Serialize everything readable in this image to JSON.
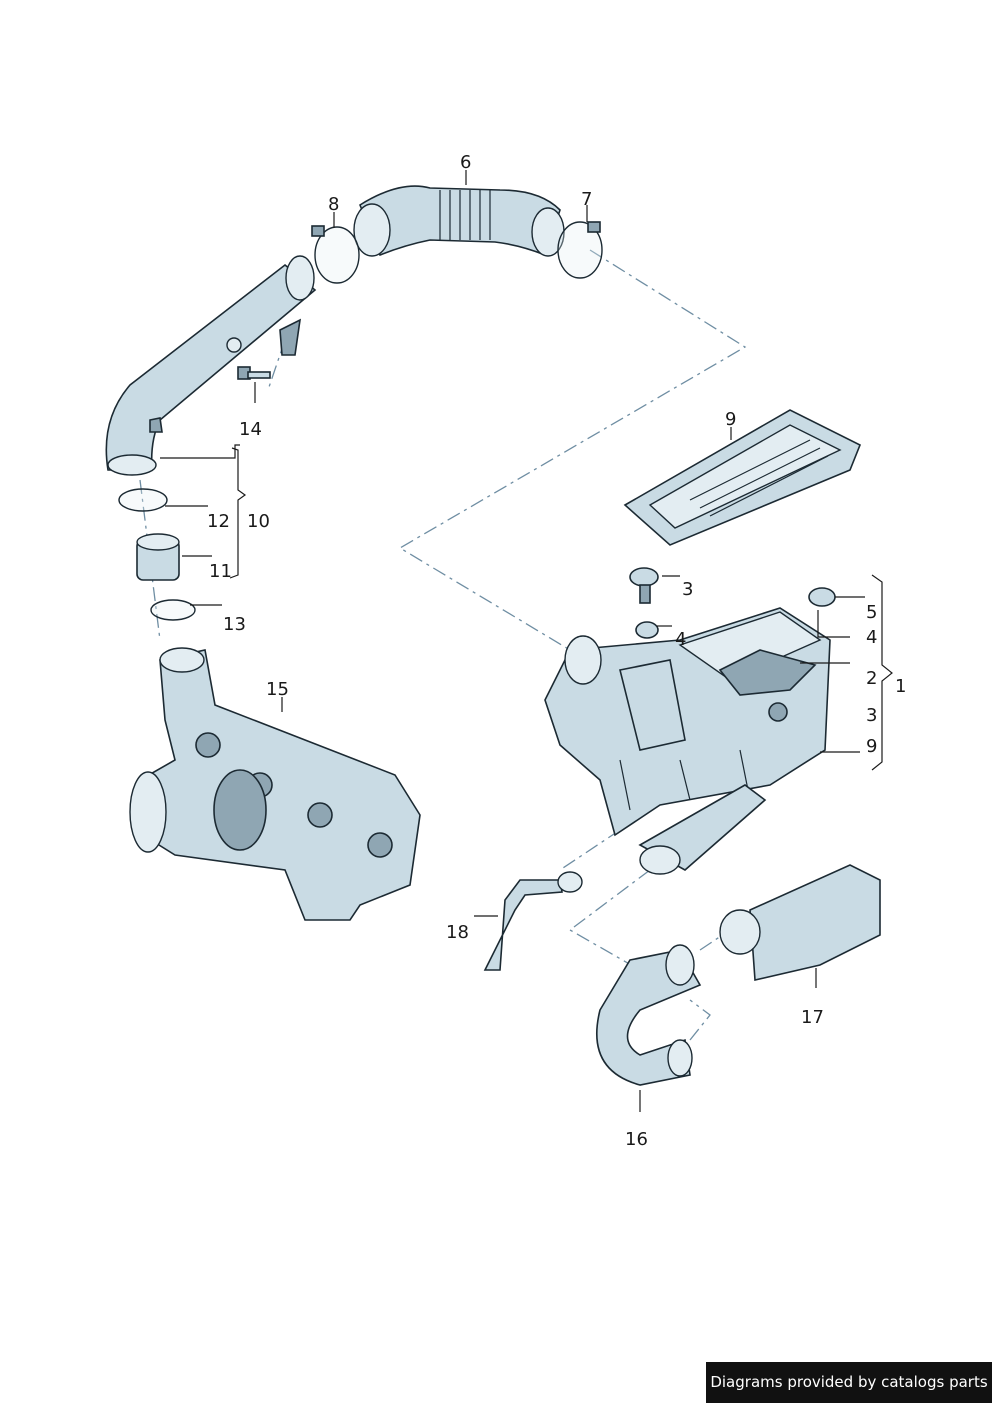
{
  "labels": {
    "p6": "6",
    "p7": "7",
    "p8": "8",
    "p14": "14",
    "p12": "12",
    "p10": "10",
    "p11": "11",
    "p13": "13",
    "p15": "15",
    "p9a": "9",
    "p3a": "3",
    "p4a": "4",
    "p5": "5",
    "p4b": "4",
    "p2": "2",
    "p1": "1",
    "p3b": "3",
    "p9b": "9",
    "p18": "18",
    "p17": "17",
    "p16": "16"
  },
  "footer": {
    "credit": "Diagrams provided by catalogs parts"
  },
  "colors": {
    "part_fill": "#c9dbe4",
    "part_shade": "#8fa6b3",
    "outline": "#1c2a33",
    "dash_line": "#6f8ea3"
  }
}
